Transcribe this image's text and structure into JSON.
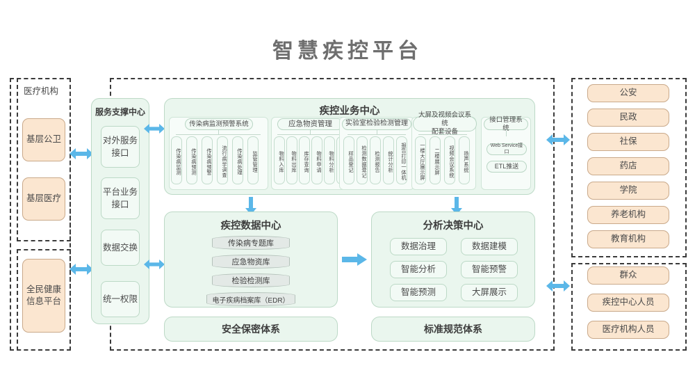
{
  "title": "智慧疾控平台",
  "colors": {
    "accent_arrow": "#5bb7e8",
    "peach_fill": "#fbe6d0",
    "peach_border": "#c9a98a",
    "mint_fill": "#eaf6ee",
    "mint_border": "#bcd9c6",
    "dashed_border": "#3a3a3a",
    "title_text": "#6e6e6e"
  },
  "left": {
    "group_label": "医疗机构",
    "top_items": [
      "基层公卫",
      "基层医疗"
    ],
    "bottom_items": [
      "全民健康\n信息平台"
    ],
    "bottom_item_lines": [
      [
        "全民健康",
        "信息平台"
      ]
    ]
  },
  "service_center": {
    "title": "服务支撑中心",
    "items": [
      {
        "lines": [
          "对外服务",
          "接口"
        ]
      },
      {
        "lines": [
          "平台业务",
          "接口"
        ]
      },
      {
        "lines": [
          "数据交换"
        ]
      },
      {
        "lines": [
          "统一权限"
        ]
      }
    ]
  },
  "business_center": {
    "title": "疾控业务中心",
    "systems": [
      {
        "name": "传染病监测预警系统",
        "leaves": [
          "传染病监测",
          "传染病预测",
          "传染病预警",
          "流行病学调查",
          "传染病处理",
          "监管管理"
        ]
      },
      {
        "name": "应急物资管理",
        "leaves": [
          "物料入库",
          "物料出库",
          "库存查询",
          "物料申请",
          "物料分析",
          "统计分析"
        ]
      },
      {
        "name": "实验室检验检测管理",
        "leaves": [
          "样品登记",
          "检测数据登记",
          "检测报告",
          "统计分析",
          "报告打印一体机"
        ]
      },
      {
        "name": "大屏及视频会议系统配套设备",
        "name_lines": [
          "大屏及视频会议系统",
          "配套设备"
        ],
        "leaves": [
          "一楼大厅展示屏",
          "二楼展示屏",
          "视频会议系统",
          "扬声系统"
        ]
      },
      {
        "name": "接口管理系统",
        "leaves": [
          "Web Service接口",
          "ETL推送"
        ]
      }
    ]
  },
  "data_center": {
    "title": "疾控数据中心",
    "databases": [
      "传染病专题库",
      "应急物资库",
      "检验检测库",
      "电子疾病档案库（EDR）"
    ]
  },
  "decision_center": {
    "title": "分析决策中心",
    "items": [
      "数据治理",
      "数据建模",
      "智能分析",
      "智能预警",
      "智能预测",
      "大屏展示"
    ]
  },
  "bottom_bars": [
    "安全保密体系",
    "标准规范体系"
  ],
  "right": {
    "top_items": [
      "公安",
      "民政",
      "社保",
      "药店",
      "学院",
      "养老机构",
      "教育机构"
    ],
    "bottom_items": [
      "群众",
      "疾控中心人员",
      "医疗机构人员"
    ]
  }
}
